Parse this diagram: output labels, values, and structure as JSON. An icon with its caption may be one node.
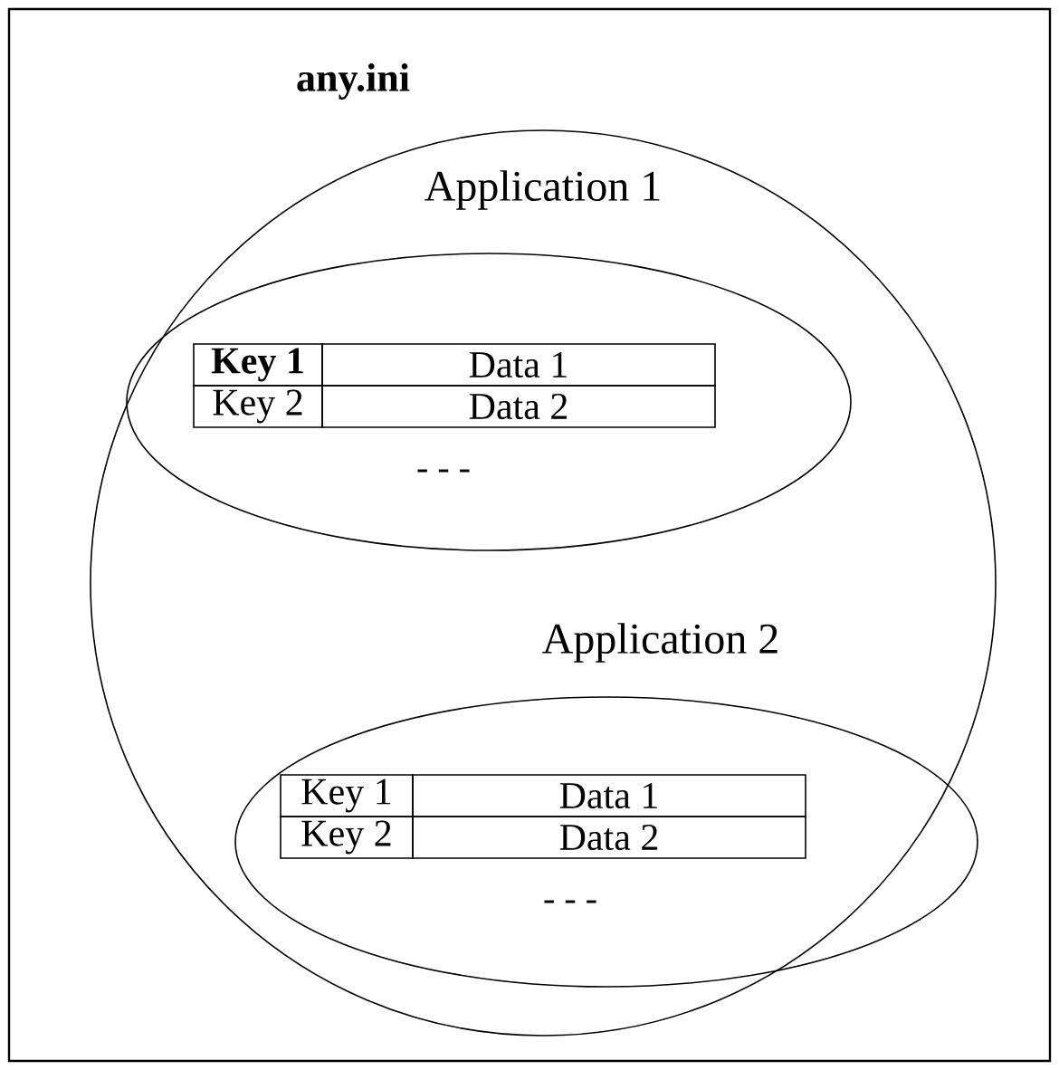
{
  "diagram": {
    "nodes": [
      {
        "text": [
          "any.ini"
        ]
      },
      {
        "text": [],
        "shape": "circle",
        "in": 0
      },
      {
        "text": [
          "Application 1",
          "- - -"
        ],
        "in": 1
      },
      {
        "text": [
          "Key 1"
        ],
        "in": 2
      },
      {
        "text": [
          "Data 1"
        ],
        "in": 2
      },
      {
        "text": [
          "Key 2"
        ],
        "in": 2
      },
      {
        "text": [
          "Data 2"
        ],
        "in": 2
      },
      {
        "text": [
          "Application 2",
          "- - -"
        ],
        "in": 1
      },
      {
        "text": [
          "Key 1"
        ],
        "in": 7
      },
      {
        "text": [
          "Data 1"
        ],
        "in": 7
      },
      {
        "text": [
          "Key 2"
        ],
        "in": 7
      },
      {
        "text": [
          "Data 2"
        ],
        "in": 7
      }
    ]
  }
}
